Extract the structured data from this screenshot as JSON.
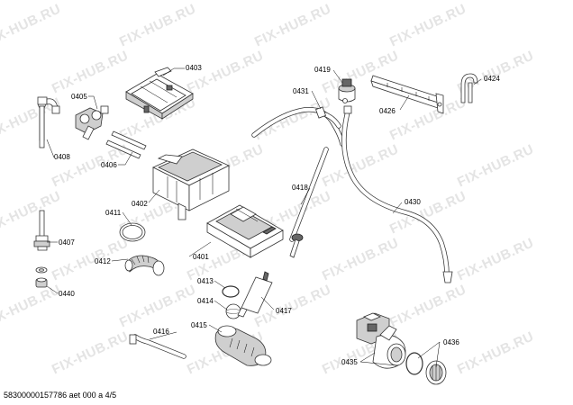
{
  "watermark": "FIX-HUB.RU",
  "footer": "58300000157786 aet 000 a 4/5",
  "parts": {
    "p0403": "0403",
    "p0405": "0405",
    "p0408": "0408",
    "p0406": "0406",
    "p0402": "0402",
    "p0411": "0411",
    "p0412": "0412",
    "p0407": "0407",
    "p0440": "0440",
    "p0401": "0401",
    "p0419": "0419",
    "p0431": "0431",
    "p0418": "0418",
    "p0424": "0424",
    "p0426": "0426",
    "p0430": "0430",
    "p0413": "0413",
    "p0414": "0414",
    "p0417": "0417",
    "p0415": "0415",
    "p0416": "0416",
    "p0436": "0436",
    "p0435": "0435"
  }
}
